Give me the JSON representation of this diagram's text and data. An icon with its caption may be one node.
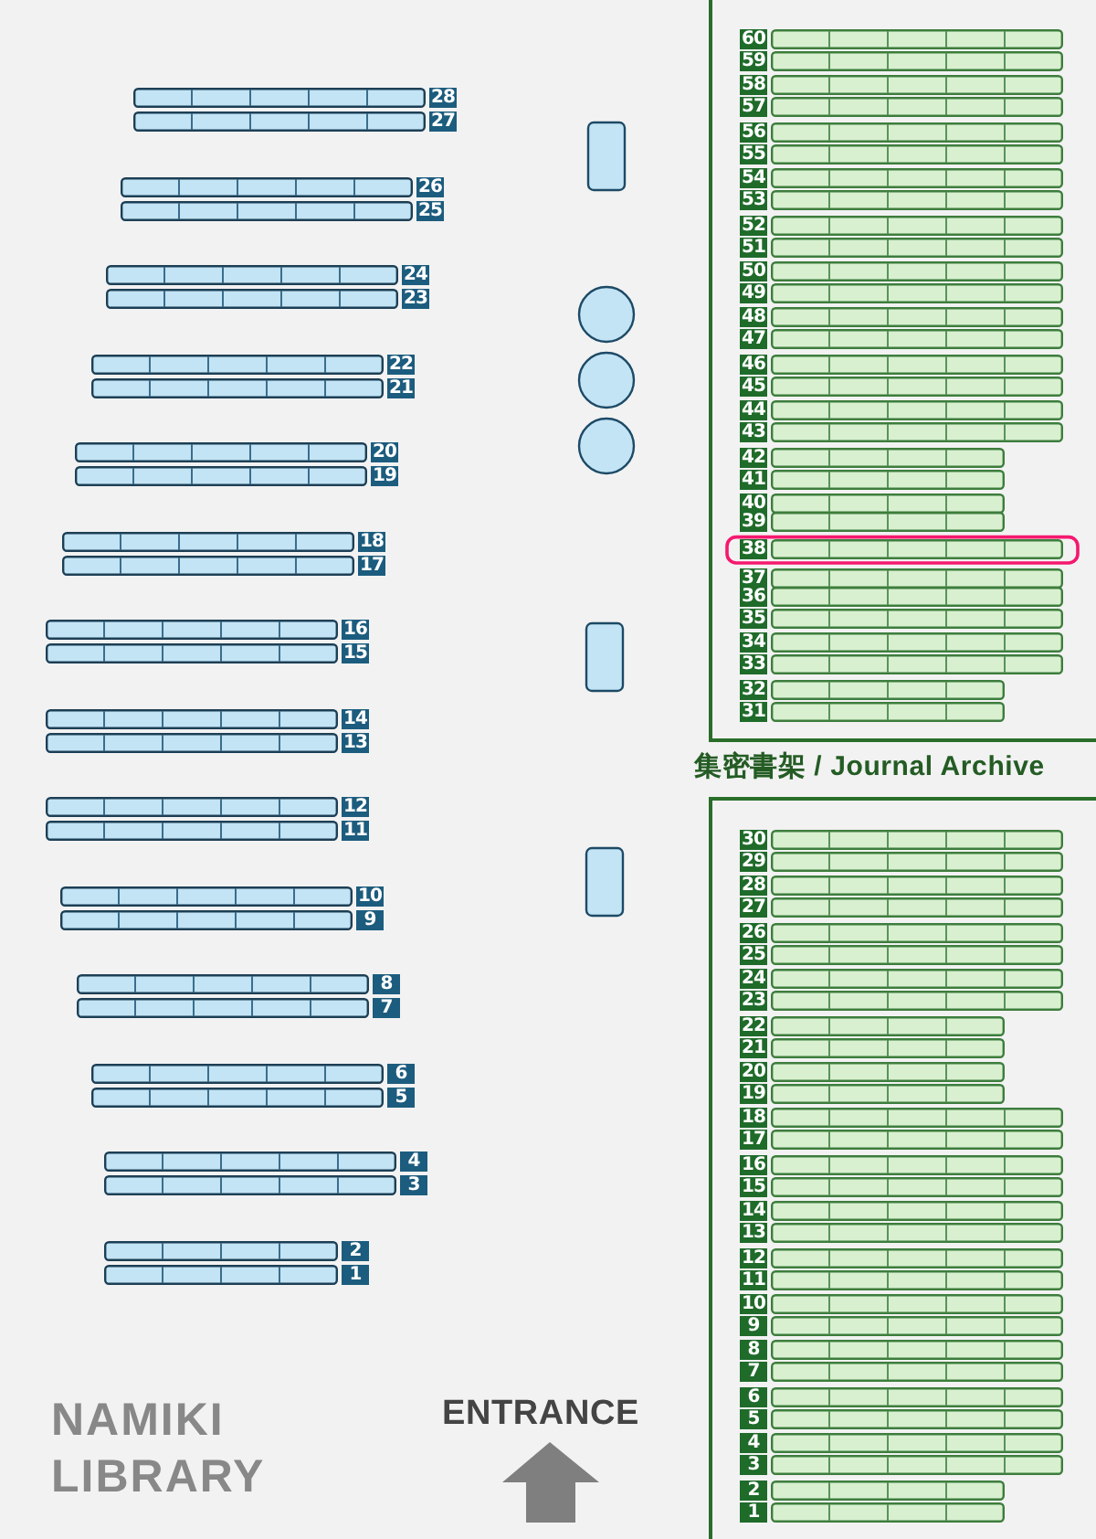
{
  "diagram": {
    "nodes": [
      {
        "text": [
          "28"
        ]
      },
      {
        "text": [
          "27"
        ]
      },
      {
        "text": [
          "26"
        ]
      },
      {
        "text": [
          "25"
        ]
      },
      {
        "text": [
          "24"
        ]
      },
      {
        "text": [
          "23"
        ]
      },
      {
        "text": [
          "22"
        ]
      },
      {
        "text": [
          "21"
        ]
      },
      {
        "text": [
          "20"
        ]
      },
      {
        "text": [
          "19"
        ]
      },
      {
        "text": [
          "18"
        ]
      },
      {
        "text": [
          "17"
        ]
      },
      {
        "text": [
          "16"
        ]
      },
      {
        "text": [
          "15"
        ]
      },
      {
        "text": [
          "14"
        ]
      },
      {
        "text": [
          "13"
        ]
      },
      {
        "text": [
          "12"
        ]
      },
      {
        "text": [
          "11"
        ]
      },
      {
        "text": [
          "10"
        ]
      },
      {
        "text": [
          "9"
        ]
      },
      {
        "text": [
          "8"
        ]
      },
      {
        "text": [
          "7"
        ]
      },
      {
        "text": [
          "6"
        ]
      },
      {
        "text": [
          "5"
        ]
      },
      {
        "text": [
          "4"
        ]
      },
      {
        "text": [
          "3"
        ]
      },
      {
        "text": [
          "2"
        ]
      },
      {
        "text": [
          "1"
        ]
      },
      {
        "text": [
          "60"
        ]
      },
      {
        "text": [
          "59"
        ]
      },
      {
        "text": [
          "58"
        ]
      },
      {
        "text": [
          "57"
        ]
      },
      {
        "text": [
          "56"
        ]
      },
      {
        "text": [
          "55"
        ]
      },
      {
        "text": [
          "54"
        ]
      },
      {
        "text": [
          "53"
        ]
      },
      {
        "text": [
          "52"
        ]
      },
      {
        "text": [
          "51"
        ]
      },
      {
        "text": [
          "50"
        ]
      },
      {
        "text": [
          "49"
        ]
      },
      {
        "text": [
          "48"
        ]
      },
      {
        "text": [
          "47"
        ]
      },
      {
        "text": [
          "46"
        ]
      },
      {
        "text": [
          "45"
        ]
      },
      {
        "text": [
          "44"
        ]
      },
      {
        "text": [
          "43"
        ]
      },
      {
        "text": [
          "42"
        ]
      },
      {
        "text": [
          "41"
        ]
      },
      {
        "text": [
          "40"
        ]
      },
      {
        "text": [
          "39"
        ]
      },
      {
        "text": [
          "38"
        ]
      },
      {
        "text": [
          "37"
        ]
      },
      {
        "text": [
          "36"
        ]
      },
      {
        "text": [
          "35"
        ]
      },
      {
        "text": [
          "34"
        ]
      },
      {
        "text": [
          "33"
        ]
      },
      {
        "text": [
          "32"
        ]
      },
      {
        "text": [
          "31"
        ]
      },
      {
        "text": [
          "30"
        ]
      },
      {
        "text": [
          "29"
        ]
      },
      {
        "text": [
          "28"
        ]
      },
      {
        "text": [
          "27"
        ]
      },
      {
        "text": [
          "26"
        ]
      },
      {
        "text": [
          "25"
        ]
      },
      {
        "text": [
          "24"
        ]
      },
      {
        "text": [
          "23"
        ]
      },
      {
        "text": [
          "22"
        ]
      },
      {
        "text": [
          "21"
        ]
      },
      {
        "text": [
          "20"
        ]
      },
      {
        "text": [
          "19"
        ]
      },
      {
        "text": [
          "18"
        ]
      },
      {
        "text": [
          "17"
        ]
      },
      {
        "text": [
          "16"
        ]
      },
      {
        "text": [
          "15"
        ]
      },
      {
        "text": [
          "14"
        ]
      },
      {
        "text": [
          "13"
        ]
      },
      {
        "text": [
          "12"
        ]
      },
      {
        "text": [
          "11"
        ]
      },
      {
        "text": [
          "10"
        ]
      },
      {
        "text": [
          "9"
        ]
      },
      {
        "text": [
          "8"
        ]
      },
      {
        "text": [
          "7"
        ]
      },
      {
        "text": [
          "6"
        ]
      },
      {
        "text": [
          "5"
        ]
      },
      {
        "text": [
          "4"
        ]
      },
      {
        "text": [
          "3"
        ]
      },
      {
        "text": [
          "2"
        ]
      },
      {
        "text": [
          "1"
        ]
      }
    ],
    "labels": [
      "集密書架 / Journal Archive",
      "NAMIKI LIBRARY",
      "ENTRANCE"
    ]
  }
}
